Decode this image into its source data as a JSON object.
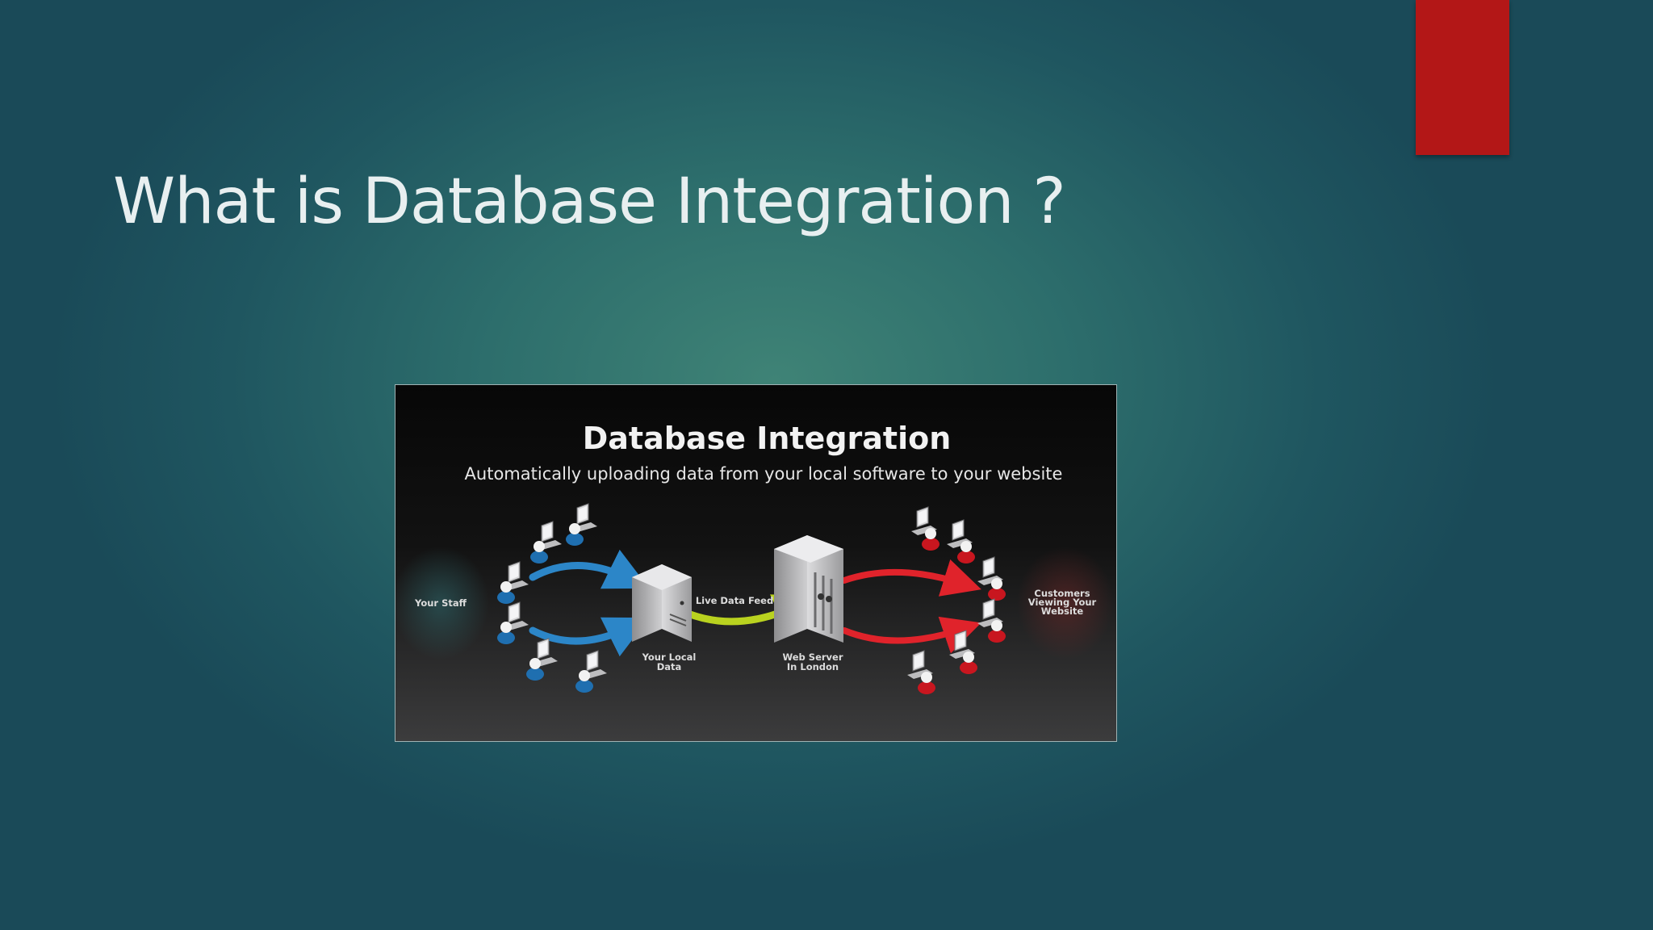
{
  "slide": {
    "title": "What is Database Integration ?",
    "accent_color": "#b31717"
  },
  "figure": {
    "title": "Database Integration",
    "subtitle": "Automatically uploading data from your local software to your website",
    "labels": {
      "staff": "Your Staff",
      "live_feed": "Live Data Feed",
      "local_data_line1": "Your Local",
      "local_data_line2": "Data",
      "web_server_line1": "Web Server",
      "web_server_line2": "In London",
      "customers_line1": "Customers",
      "customers_line2": "Viewing Your",
      "customers_line3": "Website"
    },
    "colors": {
      "staff": "#1f6fb0",
      "customers": "#c8161f",
      "feed": "#a6c21b"
    },
    "icons": [
      "staff-computer-icon",
      "local-data-server-icon",
      "web-server-icon",
      "customer-computer-icon"
    ]
  }
}
